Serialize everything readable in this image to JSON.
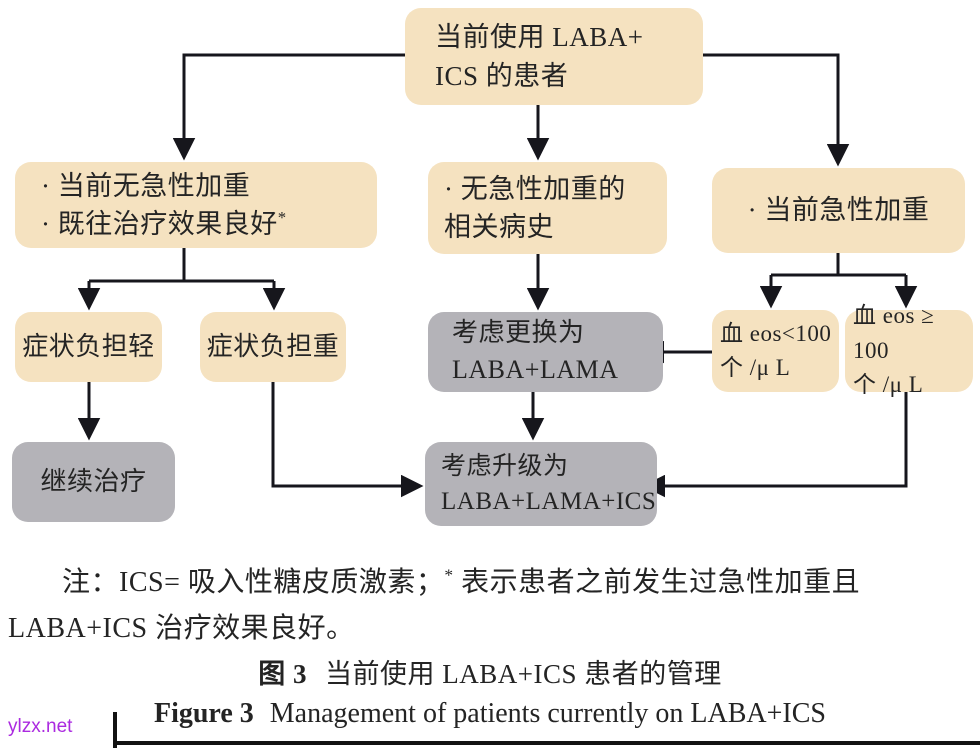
{
  "colors": {
    "node_fill_tan": "#f5e2c0",
    "node_fill_gray": "#b4b3b8",
    "arrow": "#16161c",
    "watermark": "#ab2ae0"
  },
  "flowchart": {
    "nodes": {
      "current_laba_ics": {
        "line1": "当前使用 LABA+",
        "line2": "ICS 的患者"
      },
      "no_current_exacerbation": {
        "line1": "· 当前无急性加重",
        "line2": "· 既往治疗效果良好",
        "superscript": "*"
      },
      "no_exacerbation_history": {
        "line1": "· 无急性加重的",
        "line2": "相关病史"
      },
      "current_exacerbation": {
        "label": "· 当前急性加重"
      },
      "symptom_burden_light": {
        "label": "症状负担轻"
      },
      "symptom_burden_heavy": {
        "label": "症状负担重"
      },
      "consider_switch": {
        "line1": "考虑更换为",
        "line2": "LABA+LAMA"
      },
      "eos_low": {
        "line1": "血 eos<100",
        "line2": "个 /μ L"
      },
      "eos_high": {
        "line1": "血 eos ≥ 100",
        "line2": "个 /μ L"
      },
      "continue_treatment": {
        "label": "继续治疗"
      },
      "consider_upgrade": {
        "line1": "考虑升级为",
        "line2": "LABA+LAMA+ICS"
      }
    },
    "edges": [
      {
        "from": "current_laba_ics",
        "to": "no_current_exacerbation"
      },
      {
        "from": "current_laba_ics",
        "to": "no_exacerbation_history"
      },
      {
        "from": "current_laba_ics",
        "to": "current_exacerbation"
      },
      {
        "from": "no_current_exacerbation",
        "to": "symptom_burden_light"
      },
      {
        "from": "no_current_exacerbation",
        "to": "symptom_burden_heavy"
      },
      {
        "from": "no_exacerbation_history",
        "to": "consider_switch"
      },
      {
        "from": "current_exacerbation",
        "to": "eos_low"
      },
      {
        "from": "current_exacerbation",
        "to": "eos_high"
      },
      {
        "from": "eos_low",
        "to": "consider_switch"
      },
      {
        "from": "symptom_burden_light",
        "to": "continue_treatment"
      },
      {
        "from": "symptom_burden_heavy",
        "to": "consider_upgrade"
      },
      {
        "from": "consider_switch",
        "to": "consider_upgrade"
      },
      {
        "from": "eos_high",
        "to": "consider_upgrade"
      }
    ]
  },
  "note": {
    "line1_before": "注：ICS= 吸入性糖皮质激素；",
    "asterisk": "*",
    "line1_after": " 表示患者之前发生过急性加重且",
    "line2": "LABA+ICS 治疗效果良好。"
  },
  "caption_zh": {
    "prefix": "图 3",
    "text": "当前使用 LABA+ICS 患者的管理"
  },
  "caption_en": {
    "prefix": "Figure 3",
    "text": "Management of patients currently on LABA+ICS"
  },
  "watermark": "ylzx.net"
}
